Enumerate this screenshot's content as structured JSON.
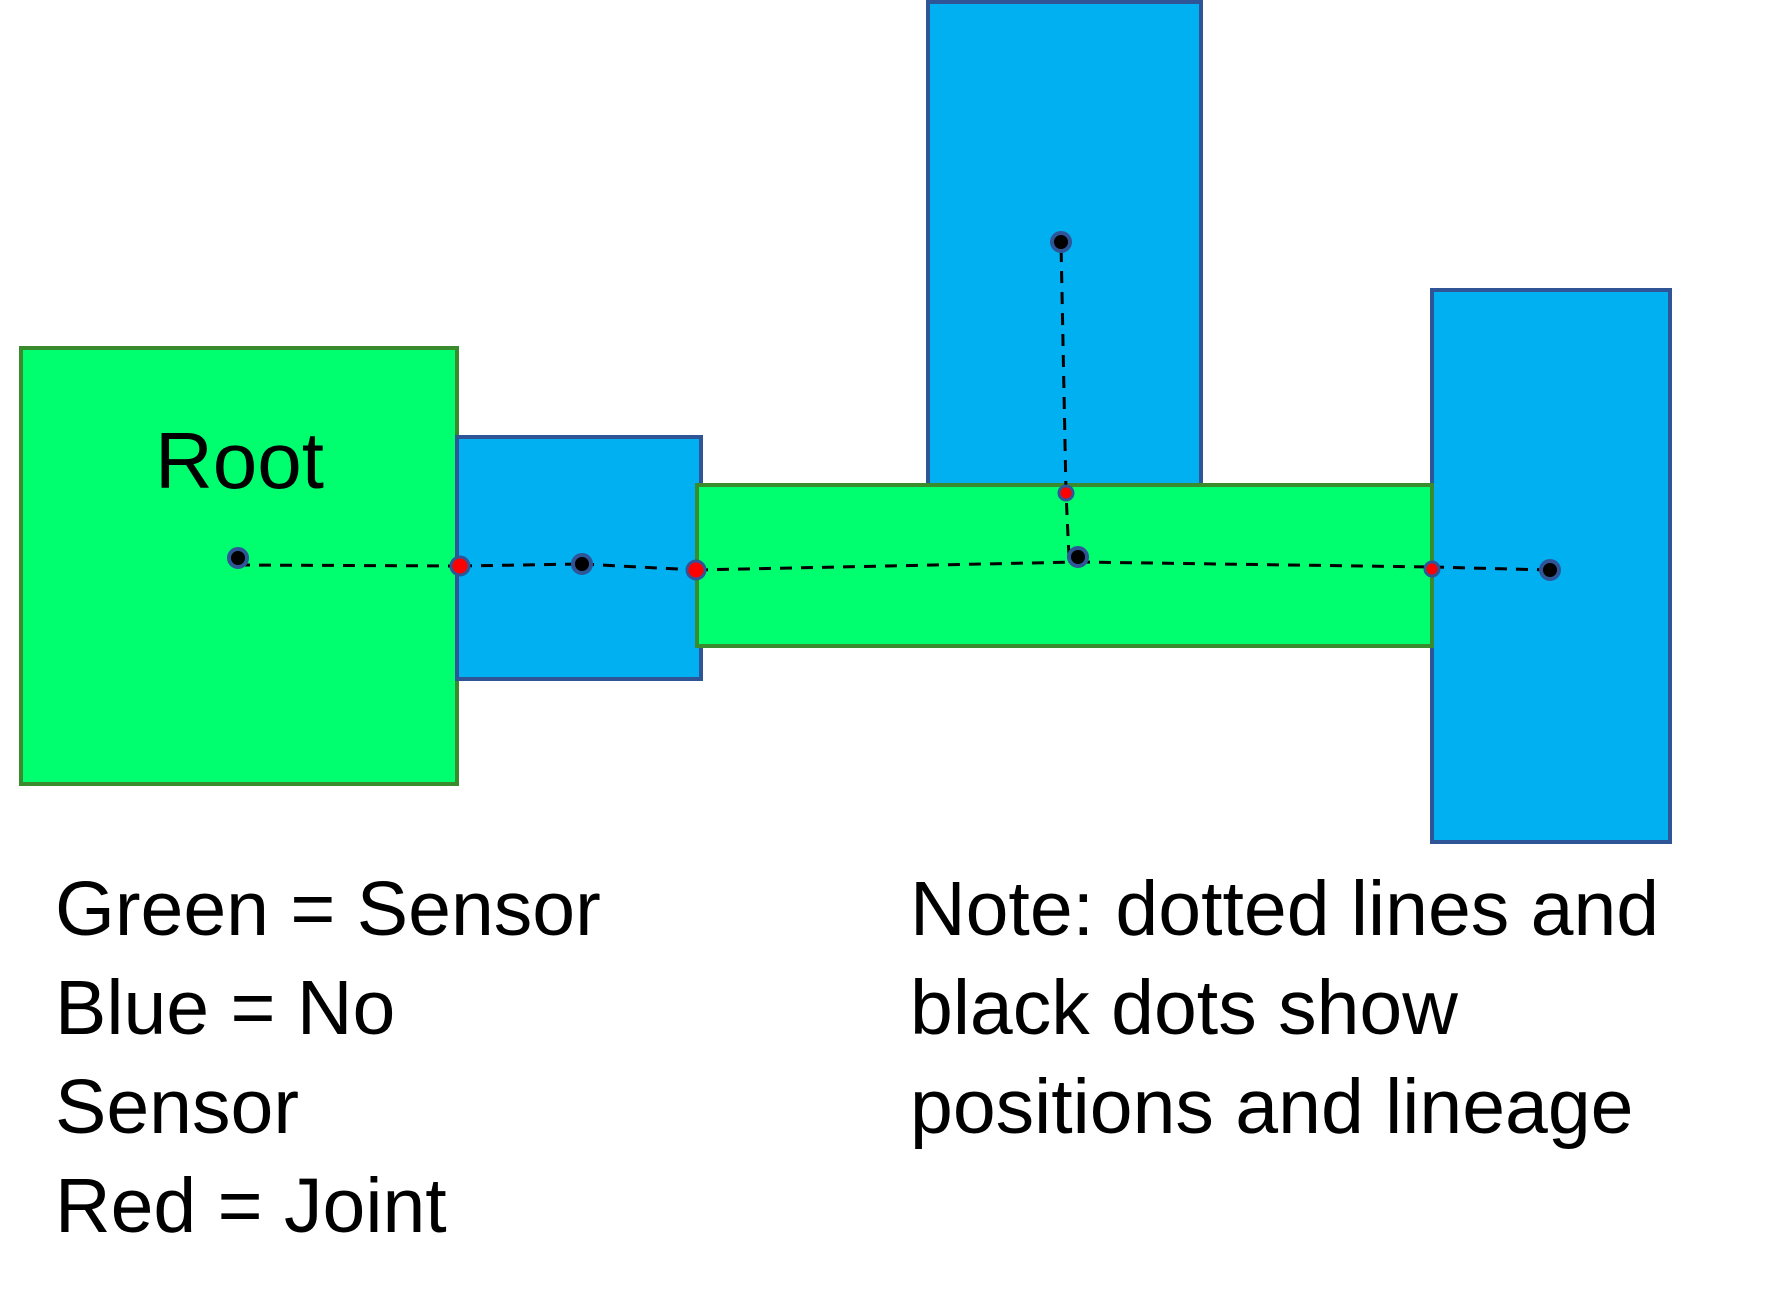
{
  "colors": {
    "sensor": "#00FF6E",
    "no_sensor": "#00B0F0",
    "joint": "#FF0000",
    "position_dot": "#000000",
    "sensor_border": "#3A8A2E",
    "no_sensor_border": "#2F5597"
  },
  "root_label": "Root",
  "legend": {
    "line1": "Green = Sensor",
    "line2": "Blue = No",
    "line3": "Sensor",
    "line4": "Red = Joint"
  },
  "note": {
    "line1": "Note: dotted lines and",
    "line2": "black dots show",
    "line3": "positions and lineage"
  }
}
